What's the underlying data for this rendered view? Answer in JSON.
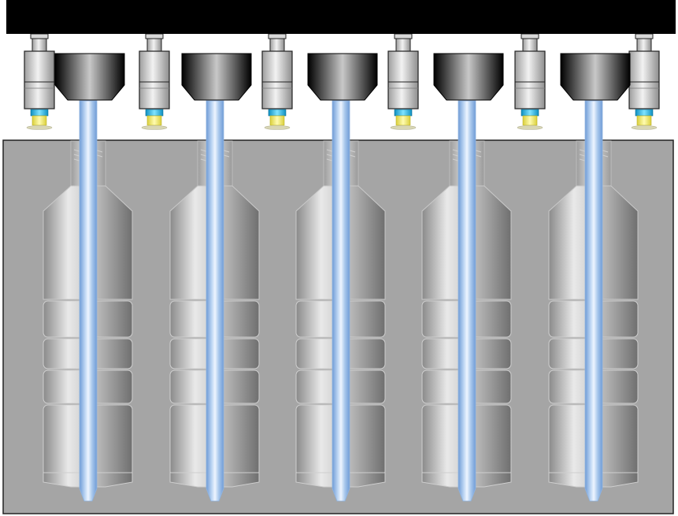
{
  "scene": {
    "mold_count": 5,
    "valve_count": 6,
    "components": {
      "top_bar": "manifold-plate",
      "blow_nozzle": "blow-nozzle-head",
      "stretch_rod": "stretch-rod",
      "valve": "pneumatic-valve",
      "mold_block": "mold-block",
      "bottle_cavity": "bottle-cavity"
    }
  },
  "colors": {
    "top_bar": "#000000",
    "mold_block": "#a5a5a5",
    "mold_border": "#222222",
    "bottle_light": "#e6e6e6",
    "bottle_dark": "#7a7a7a",
    "rod_light": "#eef5ff",
    "rod_mid": "#a9c8ec",
    "rod_dark": "#6f9bd6",
    "valve_body": "#d6d6d6",
    "valve_fitting_cyan": "#1ec2ee",
    "valve_fitting_yellow": "#f2e96b"
  }
}
